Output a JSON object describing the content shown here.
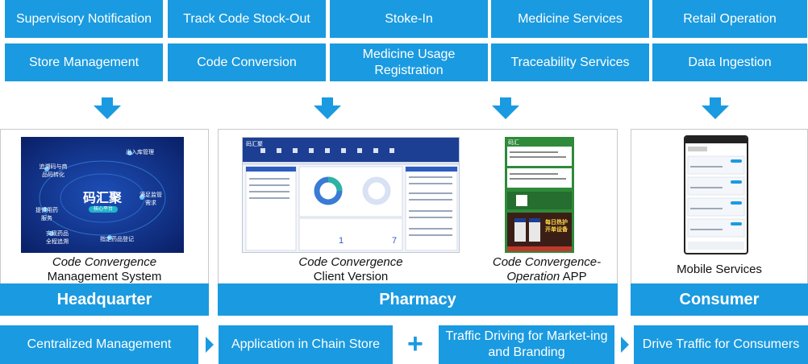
{
  "top_tiles": [
    [
      "Supervisory Notification",
      "Track Code Stock-Out",
      "Stoke-In",
      "Medicine Services",
      "Retail Operation"
    ],
    [
      "Store Management",
      "Code Conversion",
      "Medicine Usage Registration",
      "Traceability Services",
      "Data Ingestion"
    ]
  ],
  "headquarter": {
    "caption_italic": "Code Convergence",
    "caption_rest": "Management System",
    "bar_label": "Headquarter",
    "screen": {
      "center_title": "码汇聚",
      "center_sub": "核心平台",
      "nodes": [
        "出入库管理",
        "追溯码与商品码转化",
        "满足监管需求",
        "提供用药服务",
        "实现药品全程追溯",
        "指定药品登记"
      ]
    }
  },
  "pharmacy": {
    "client_caption_italic": "Code Convergence",
    "client_caption_rest": "Client Version",
    "app_caption_italic": "Code Convergence-Operation",
    "app_caption_rest": "APP",
    "bar_label": "Pharmacy",
    "client_screen": {
      "app_name": "码汇聚",
      "counter_a": "1",
      "counter_b": "7"
    },
    "app_screen": {
      "brand": "码汇",
      "promo": "每日热护 开单设备"
    }
  },
  "consumer": {
    "caption": "Mobile Services",
    "bar_label": "Consumer"
  },
  "bottom": {
    "items": [
      "Centralized Management",
      "Application in Chain Store",
      "Traffic Driving for Market-ing and Branding",
      "Drive Traffic for Consumers"
    ],
    "plus": "+"
  },
  "colors": {
    "accent": "#1a9ae0",
    "dark_blue": "#0f3a8a",
    "green": "#2f8a3a"
  }
}
